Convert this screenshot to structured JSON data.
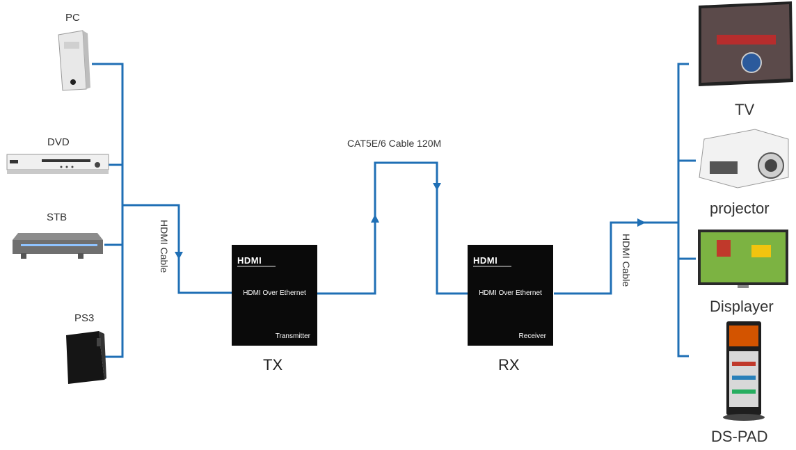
{
  "sources": [
    {
      "label": "PC",
      "icon": "pc-tower-icon"
    },
    {
      "label": "DVD",
      "icon": "dvd-player-icon"
    },
    {
      "label": "STB",
      "icon": "set-top-box-icon"
    },
    {
      "label": "PS3",
      "icon": "ps3-console-icon"
    }
  ],
  "destinations": [
    {
      "label": "TV",
      "icon": "tv-icon"
    },
    {
      "label": "projector",
      "icon": "projector-icon"
    },
    {
      "label": "Displayer",
      "icon": "monitor-icon"
    },
    {
      "label": "DS-PAD",
      "icon": "digital-signage-kiosk-icon"
    }
  ],
  "tx": {
    "logo": "HDMI",
    "title": "HDMI Over Ethernet",
    "footer": "Transmitter",
    "label": "TX"
  },
  "rx": {
    "logo": "HDMI",
    "title": "HDMI Over Ethernet",
    "footer": "Receiver",
    "label": "RX"
  },
  "cables": {
    "input": "HDMI Cable",
    "link": "CAT5E/6 Cable 120M",
    "output": "HDMI Cable"
  },
  "colors": {
    "line": "#1f6fb5",
    "box": "#0a0a0a"
  }
}
